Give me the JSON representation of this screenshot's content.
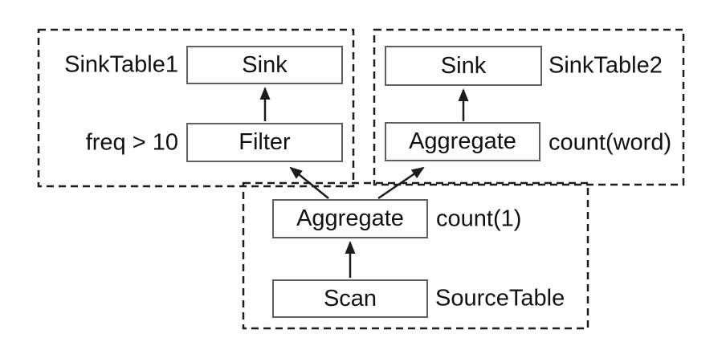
{
  "colors": {
    "background": "#ffffff",
    "text": "#111111",
    "box_border": "#606060",
    "dashed_border": "#1c1c1c",
    "arrow": "#1c1c1c"
  },
  "diagram": {
    "left_group": {
      "name": "SinkTable1",
      "sink": "Sink",
      "filter": "Filter",
      "filter_annotation": "freq > 10"
    },
    "right_group": {
      "name": "SinkTable2",
      "sink": "Sink",
      "aggregate": "Aggregate",
      "aggregate_annotation": "count(word)"
    },
    "source_group": {
      "aggregate": "Aggregate",
      "aggregate_annotation": "count(1)",
      "scan": "Scan",
      "scan_annotation": "SourceTable"
    }
  }
}
